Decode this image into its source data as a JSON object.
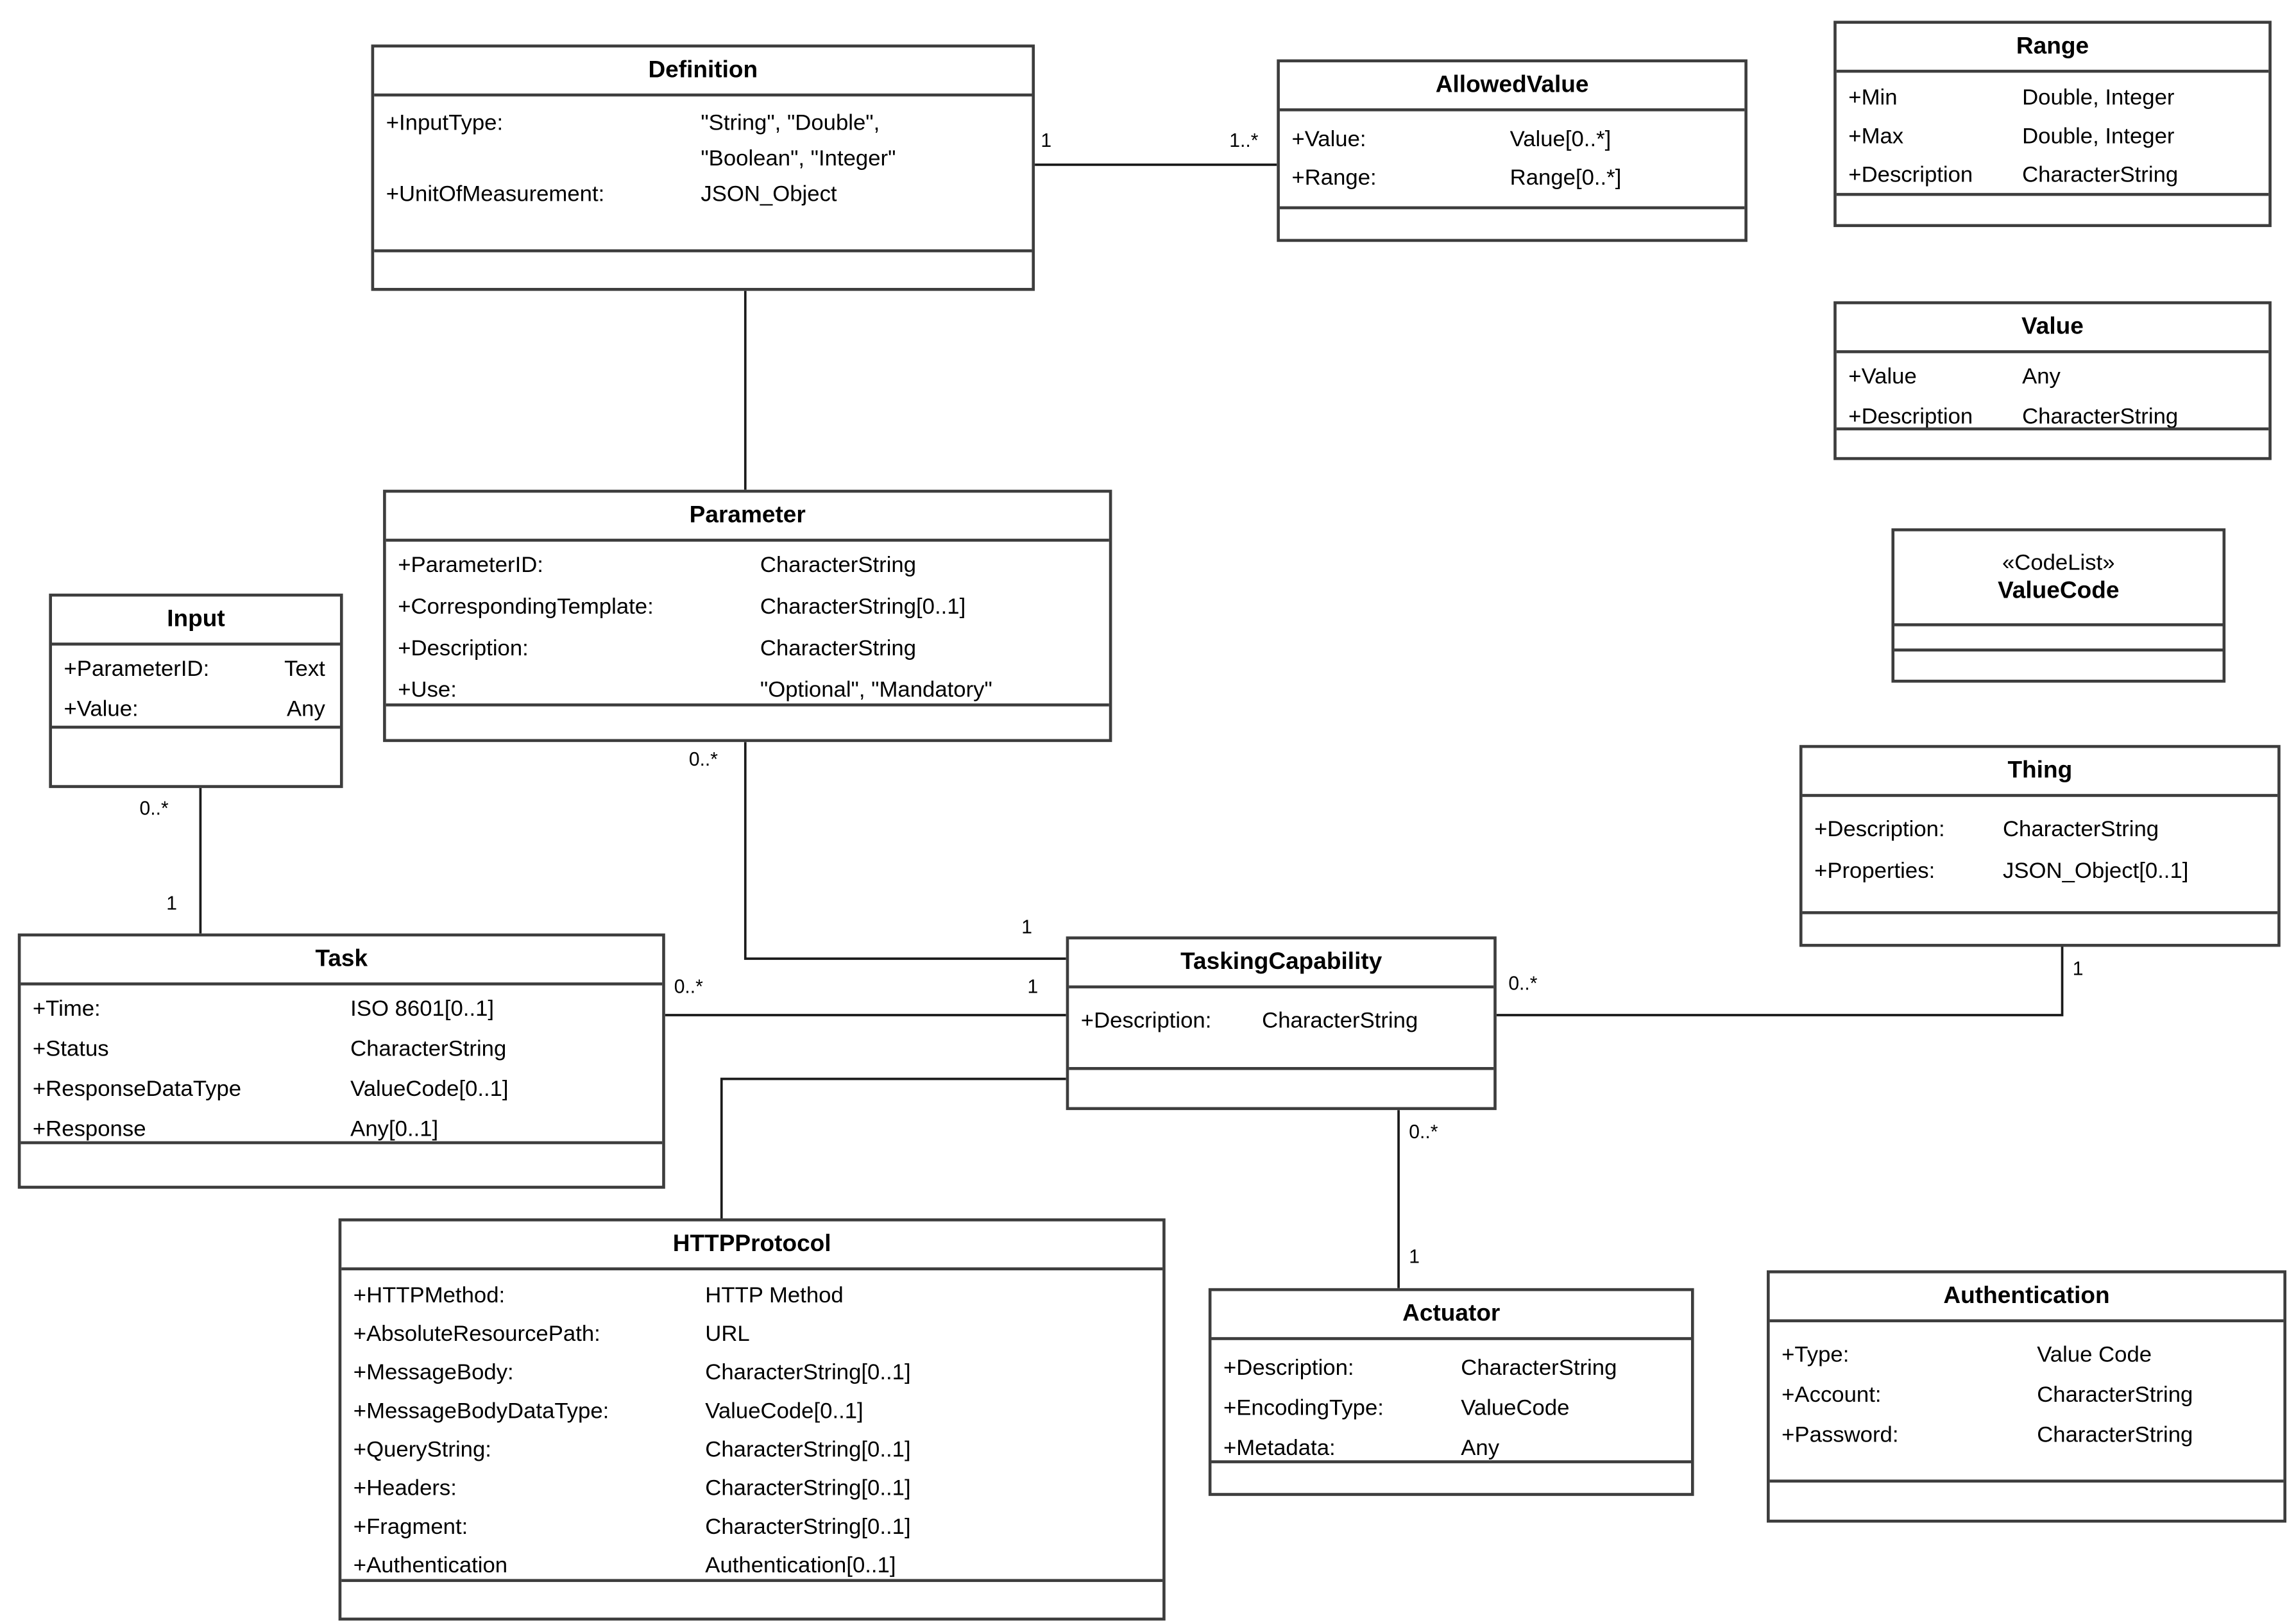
{
  "colors": {
    "box_border": "#3d3d3d",
    "line": "#1a1a1a",
    "background": "#ffffff",
    "text": "#000000"
  },
  "classes": {
    "definition": {
      "title": "Definition",
      "attrs": [
        {
          "label": "+InputType:",
          "value": "\"String\", \"Double\","
        },
        {
          "label": "",
          "value": "\"Boolean\", \"Integer\""
        },
        {
          "label": "+UnitOfMeasurement:",
          "value": "JSON_Object"
        }
      ]
    },
    "allowedvalue": {
      "title": "AllowedValue",
      "attrs": [
        {
          "label": "+Value:",
          "value": "Value[0..*]"
        },
        {
          "label": "+Range:",
          "value": "Range[0..*]"
        }
      ]
    },
    "range": {
      "title": "Range",
      "attrs": [
        {
          "label": "+Min",
          "value": "Double, Integer"
        },
        {
          "label": "+Max",
          "value": "Double, Integer"
        },
        {
          "label": "+Description",
          "value": "CharacterString"
        }
      ]
    },
    "value": {
      "title": "Value",
      "attrs": [
        {
          "label": "+Value",
          "value": "Any"
        },
        {
          "label": "+Description",
          "value": "CharacterString"
        }
      ]
    },
    "valuecode": {
      "stereotype": "«CodeList»",
      "title": "ValueCode"
    },
    "parameter": {
      "title": "Parameter",
      "attrs": [
        {
          "label": "+ParameterID:",
          "value": "CharacterString"
        },
        {
          "label": "+CorrespondingTemplate:",
          "value": "CharacterString[0..1]"
        },
        {
          "label": "+Description:",
          "value": "CharacterString"
        },
        {
          "label": "+Use:",
          "value": "\"Optional\", \"Mandatory\""
        }
      ]
    },
    "input": {
      "title": "Input",
      "attrs": [
        {
          "label": "+ParameterID:",
          "value": "Text"
        },
        {
          "label": "+Value:",
          "value": "Any"
        }
      ]
    },
    "thing": {
      "title": "Thing",
      "attrs": [
        {
          "label": "+Description:",
          "value": "CharacterString"
        },
        {
          "label": "+Properties:",
          "value": "JSON_Object[0..1]"
        }
      ]
    },
    "task": {
      "title": "Task",
      "attrs": [
        {
          "label": "+Time:",
          "value": "ISO 8601[0..1]"
        },
        {
          "label": "+Status",
          "value": "CharacterString"
        },
        {
          "label": "+ResponseDataType",
          "value": "ValueCode[0..1]"
        },
        {
          "label": "+Response",
          "value": "Any[0..1]"
        }
      ]
    },
    "taskingcapability": {
      "title": "TaskingCapability",
      "attrs": [
        {
          "label": "+Description:",
          "value": "CharacterString"
        }
      ]
    },
    "httpprotocol": {
      "title": "HTTPProtocol",
      "attrs": [
        {
          "label": "+HTTPMethod:",
          "value": "HTTP Method"
        },
        {
          "label": "+AbsoluteResourcePath:",
          "value": "URL"
        },
        {
          "label": "+MessageBody:",
          "value": "CharacterString[0..1]"
        },
        {
          "label": "+MessageBodyDataType:",
          "value": "ValueCode[0..1]"
        },
        {
          "label": "+QueryString:",
          "value": "CharacterString[0..1]"
        },
        {
          "label": "+Headers:",
          "value": "CharacterString[0..1]"
        },
        {
          "label": "+Fragment:",
          "value": "CharacterString[0..1]"
        },
        {
          "label": "+Authentication",
          "value": "Authentication[0..1]"
        }
      ]
    },
    "actuator": {
      "title": "Actuator",
      "attrs": [
        {
          "label": "+Description:",
          "value": "CharacterString"
        },
        {
          "label": "+EncodingType:",
          "value": "ValueCode"
        },
        {
          "label": "+Metadata:",
          "value": "Any"
        }
      ]
    },
    "authentication": {
      "title": "Authentication",
      "attrs": [
        {
          "label": "+Type:",
          "value": "Value Code"
        },
        {
          "label": "+Account:",
          "value": "CharacterString"
        },
        {
          "label": "+Password:",
          "value": "CharacterString"
        }
      ]
    }
  },
  "links": {
    "definition_allowedvalue": {
      "from": "1",
      "to": "1..*"
    },
    "parameter_taskingcapability": {
      "from": "0..*",
      "to": "1"
    },
    "input_task": {
      "from": "0..*",
      "to": "1"
    },
    "task_taskingcapability": {
      "from": "0..*",
      "to": "1"
    },
    "taskingcapability_thing": {
      "from": "0..*",
      "to": "1"
    },
    "taskingcapability_actuator": {
      "from": "0..*",
      "to": "1"
    }
  }
}
